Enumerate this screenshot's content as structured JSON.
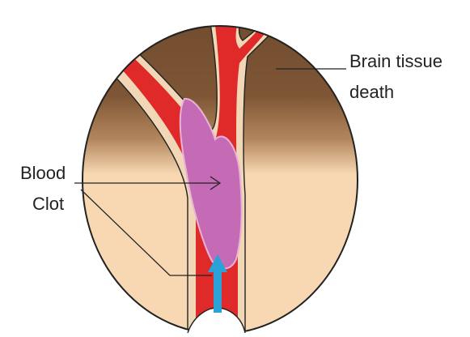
{
  "labels": {
    "brain_tissue_line1": "Brain tissue",
    "brain_tissue_line2": "death",
    "blood_clot_line1": "Blood",
    "blood_clot_line2": "Clot"
  },
  "colors": {
    "healthy_tissue": "#f7d8b2",
    "dead_tissue": "#7a5232",
    "vessel_wall": "#f1d7b6",
    "blood": "#e02a2a",
    "clot": "#c56bb5",
    "flow_arrow": "#2aa2d8",
    "outline": "#222222"
  },
  "icons": {
    "flow": "arrow-up-icon"
  }
}
